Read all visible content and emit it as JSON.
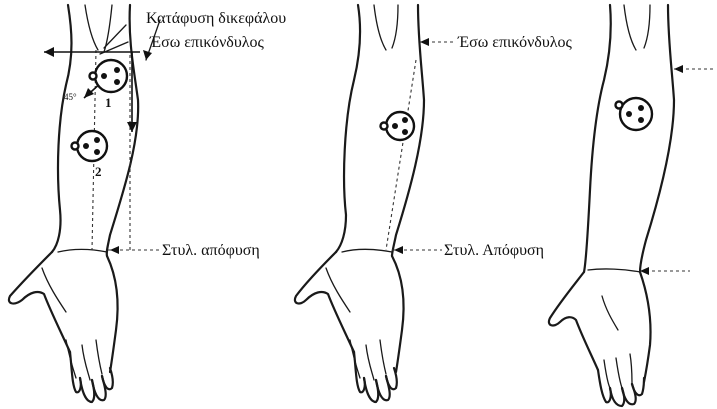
{
  "labels": {
    "biceps_insertion": "Κατάφυση δικεφάλου",
    "medial_epicondyle_1": "Έσω επικόνδυλος",
    "medial_epicondyle_2": "Έσω επικόνδυλος",
    "styloid_1": "Στυλ. απόφυση",
    "styloid_2": "Στυλ. Απόφυση",
    "angle": "45°",
    "electrode_1": "1",
    "electrode_2": "2"
  }
}
